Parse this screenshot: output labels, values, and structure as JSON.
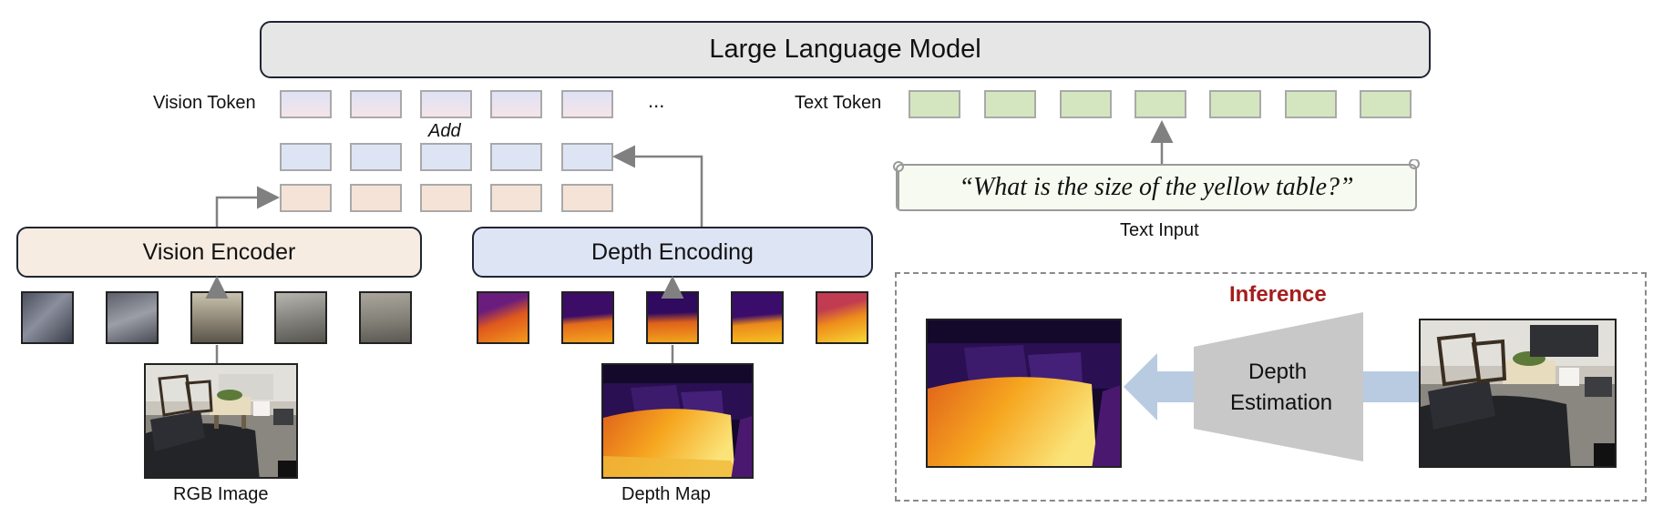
{
  "llm": {
    "label": "Large Language Model"
  },
  "vision_token": {
    "label": "Vision Token",
    "ellipsis": "...",
    "add_label": "Add"
  },
  "text_token": {
    "label": "Text Token"
  },
  "vision_encoder": {
    "label": "Vision Encoder"
  },
  "depth_encoding": {
    "label": "Depth Encoding"
  },
  "text_input": {
    "prompt": "“What is the size of  the yellow table?”",
    "label": "Text Input"
  },
  "rgb_image": {
    "label": "RGB Image"
  },
  "depth_map": {
    "label": "Depth Map"
  },
  "inference": {
    "title": "Inference",
    "estimator_line1": "Depth",
    "estimator_line2": "Estimation"
  },
  "colors": {
    "inference_title": "#a51d1d",
    "vision_encoder_fill": "#f7ece2",
    "depth_encoding_fill": "#dde4f4",
    "text_token_fill": "#d4e6bf",
    "arrow_gray": "#808080",
    "inference_arrow": "#b8cbe0"
  }
}
